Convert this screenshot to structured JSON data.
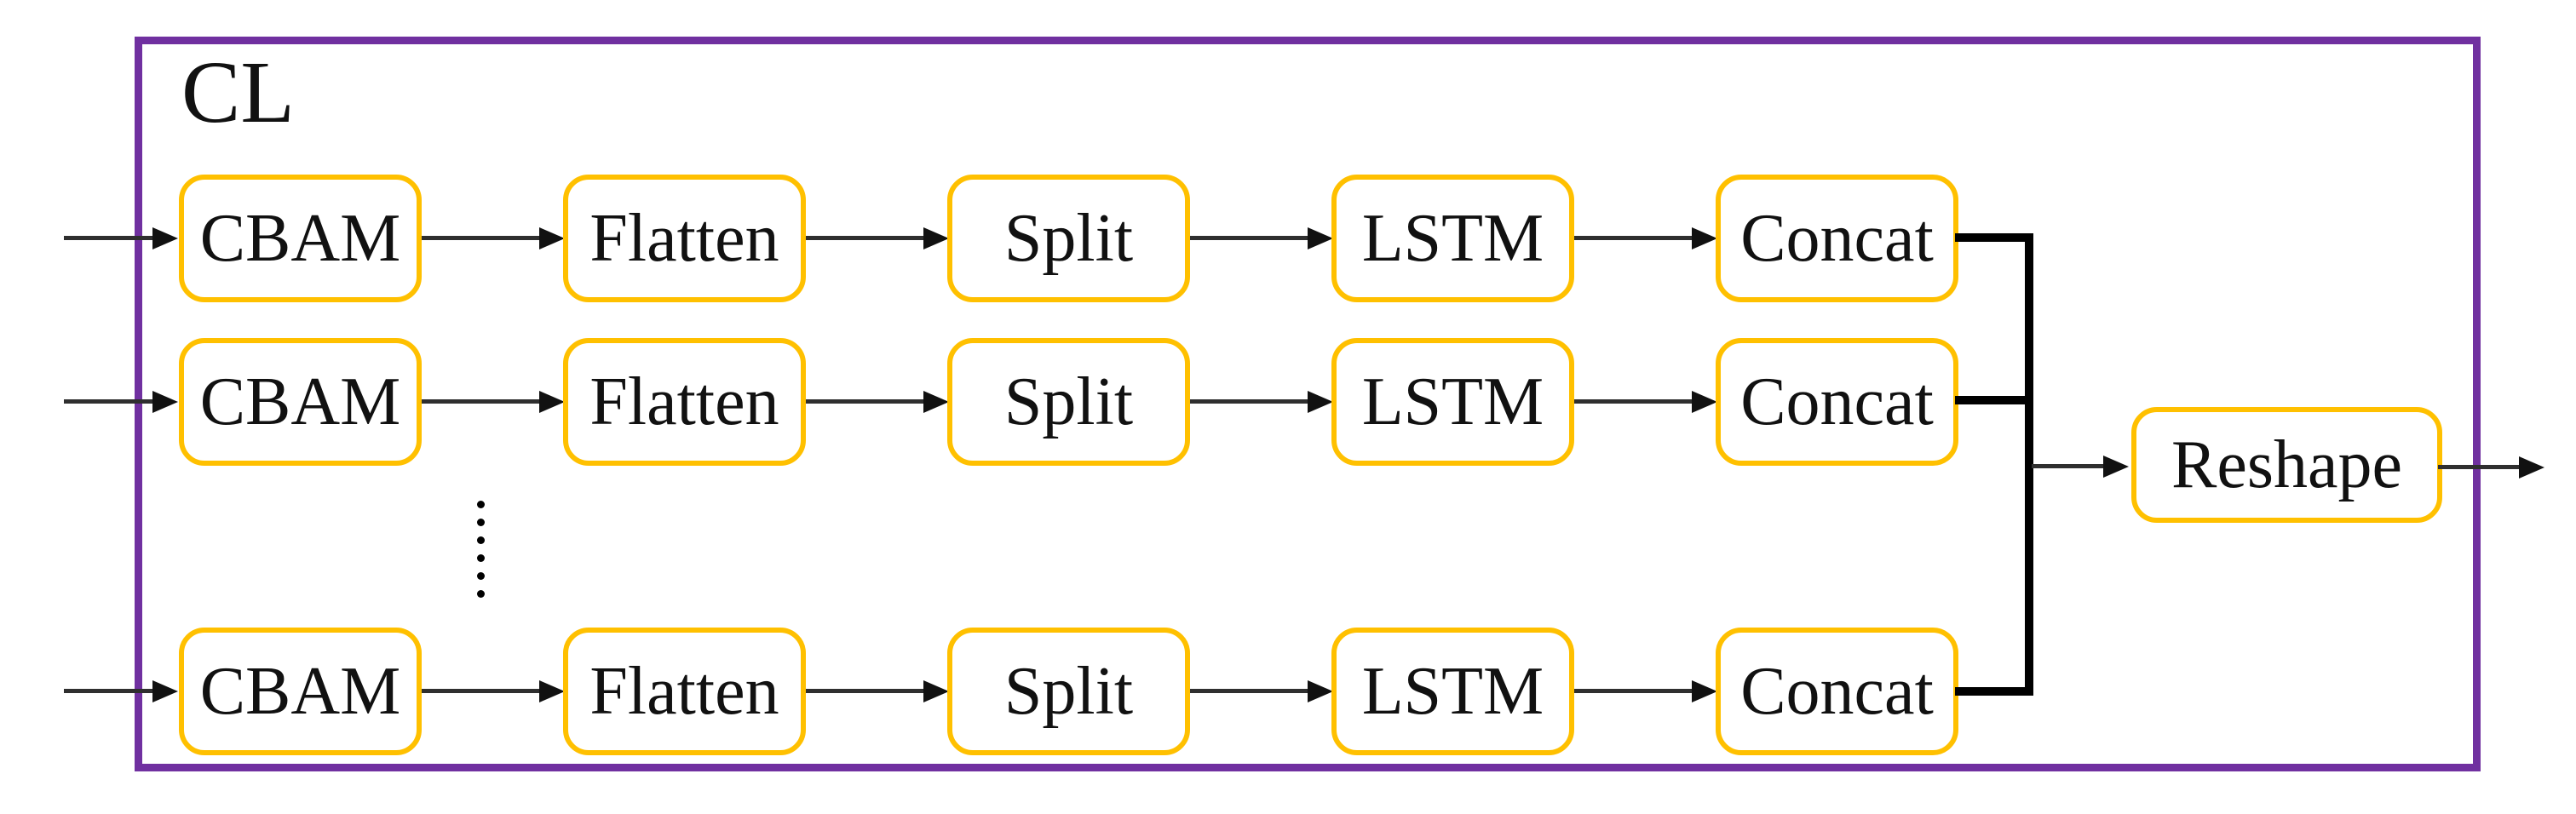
{
  "diagram": {
    "title": "CL",
    "rows": [
      {
        "nodes": [
          "CBAM",
          "Flatten",
          "Split",
          "LSTM",
          "Concat"
        ]
      },
      {
        "nodes": [
          "CBAM",
          "Flatten",
          "Split",
          "LSTM",
          "Concat"
        ]
      },
      {
        "nodes": [
          "CBAM",
          "Flatten",
          "Split",
          "LSTM",
          "Concat"
        ]
      }
    ],
    "ellipsis_dot_count": 6,
    "output_node": "Reshape",
    "colors": {
      "container_border": "#7030A0",
      "node_border": "#FFC000",
      "connector": "#000000",
      "arrow": "#2F2F2F",
      "text": "#111111",
      "background": "#FFFFFF"
    }
  }
}
